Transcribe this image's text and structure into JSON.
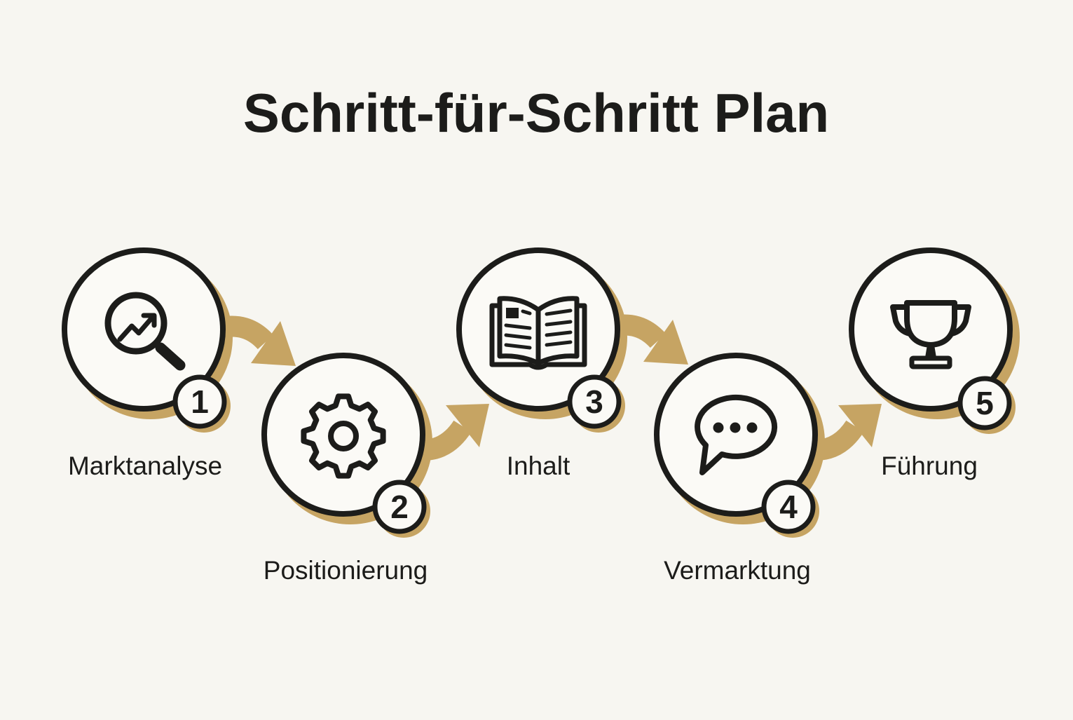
{
  "title": "Schritt-für-Schritt Plan",
  "colors": {
    "background": "#f7f6f1",
    "accent": "#c6a463",
    "ink": "#1c1c1a",
    "circle_fill": "#fbfaf6"
  },
  "steps": [
    {
      "number": "1",
      "label": "Marktanalyse",
      "icon": "magnifier-trend-icon"
    },
    {
      "number": "2",
      "label": "Positionierung",
      "icon": "gear-icon"
    },
    {
      "number": "3",
      "label": "Inhalt",
      "icon": "open-book-icon"
    },
    {
      "number": "4",
      "label": "Vermarktung",
      "icon": "speech-bubble-icon"
    },
    {
      "number": "5",
      "label": "Führung",
      "icon": "trophy-icon"
    }
  ]
}
